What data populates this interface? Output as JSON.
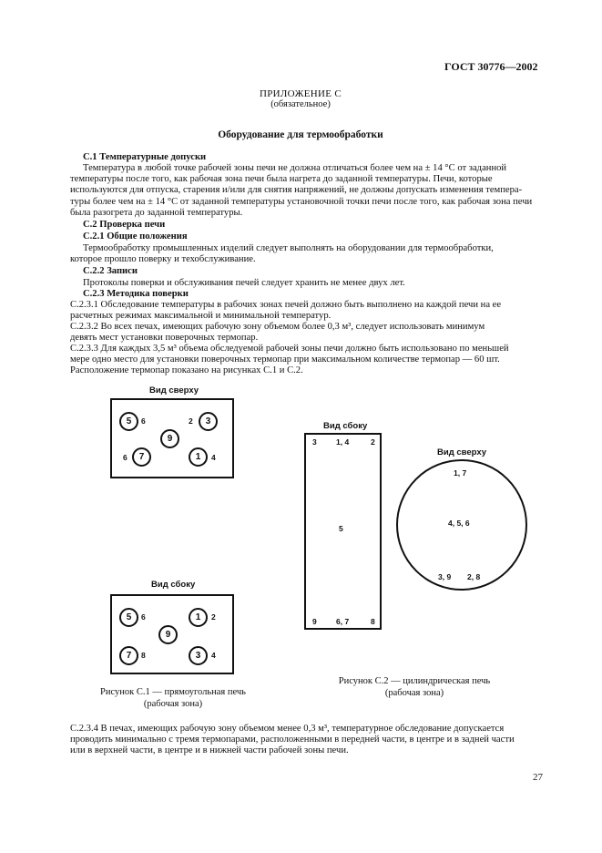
{
  "header": {
    "standard": "ГОСТ 30776—2002"
  },
  "appendix": {
    "title": "ПРИЛОЖЕНИЕ С",
    "status": "(обязательное)"
  },
  "section_title": "Оборудование для термообработки",
  "c1": {
    "heading": "С.1 Температурные допуски",
    "lines": [
      "Температура в любой точке рабочей зоны печи не должна отличаться более чем на ± 14 °С от заданной",
      "температуры после того, как рабочая зона печи была нагрета до заданной температуры. Печи, которые",
      "используются для отпуска, старения и/или для снятия напряжений, не должны допускать изменения темпера-",
      "туры более чем на ± 14 °С от заданной температуры установочной точки печи после того, как рабочая зона печи",
      "была разогрета до заданной температуры."
    ]
  },
  "c2": {
    "heading": "С.2 Проверка печи",
    "c21_heading": "С.2.1 Общие положения",
    "c21_lines": [
      "Термообработку промышленных изделий следует выполнять на оборудовании для термообработки,",
      "которое прошло поверку и техобслуживание."
    ],
    "c22_heading": "С.2.2 Записи",
    "c22_text": "Протоколы поверки и обслуживания печей следует хранить не менее двух лет.",
    "c23_heading": "С.2.3 Методика поверки",
    "c231_lines": [
      "С.2.3.1 Обследование температуры в рабочих зонах печей должно быть выполнено на каждой печи на ее",
      "расчетных режимах максимальной и минимальной температур."
    ],
    "c232_lines": [
      "С.2.3.2 Во всех печах, имеющих рабочую зону объемом более 0,3 м³, следует использовать минимум",
      "девять мест установки поверочных термопар."
    ],
    "c233_lines": [
      "С.2.3.3 Для каждых 3,5 м³ объема обследуемой рабочей зоны печи должно быть использовано по меньшей",
      "мере одно место для установки поверочных термопар при максимальном количестве термопар — 60 шт.",
      "Расположение термопар показано на рисунках С.1 и С.2."
    ]
  },
  "figure1": {
    "top_label": "Вид сверху",
    "side_label": "Вид сбоку",
    "top_circles": [
      "5",
      "3",
      "9",
      "7",
      "1"
    ],
    "top_numbers": [
      "6",
      "2",
      "6",
      "4"
    ],
    "side_circles": [
      "5",
      "1",
      "9",
      "7",
      "3"
    ],
    "side_numbers": [
      "6",
      "2",
      "8",
      "4"
    ],
    "caption_line1": "Рисунок С.1 — прямоугольная печь",
    "caption_line2": "(рабочая зона)"
  },
  "figure2": {
    "side_label": "Вид сбоку",
    "top_label": "Вид сверху",
    "side_top": [
      "3",
      "1, 4",
      "2"
    ],
    "side_mid": "5",
    "side_bottom": [
      "9",
      "6, 7",
      "8"
    ],
    "top_a": "1, 7",
    "top_b": "4, 5, 6",
    "top_c": "3, 9",
    "top_d": "2, 8",
    "caption_line1": "Рисунок С.2 — цилиндрическая печь",
    "caption_line2": "(рабочая зона)"
  },
  "c234_lines": [
    "С.2.3.4 В печах, имеющих рабочую зону объемом менее 0,3 м³, температурное обследование допускается",
    "проводить минимально с тремя термопарами, расположенными в передней части, в центре и в задней части",
    "или в верхней части, в центре и в нижней части рабочей зоны печи."
  ],
  "page_number": "27"
}
